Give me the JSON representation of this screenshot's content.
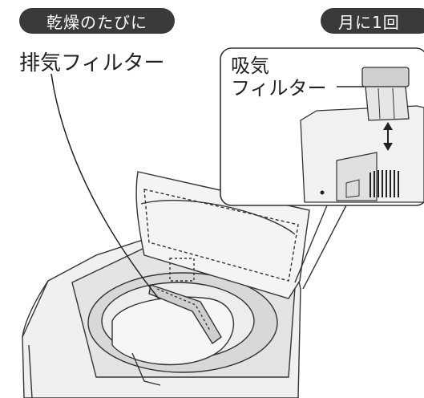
{
  "labels": {
    "after_drying_badge": "乾燥のたびに",
    "monthly_badge": "月に1回",
    "exhaust_filter": "排気フィルター",
    "intake_filter_line1": "吸気",
    "intake_filter_line2": "フィルター"
  }
}
